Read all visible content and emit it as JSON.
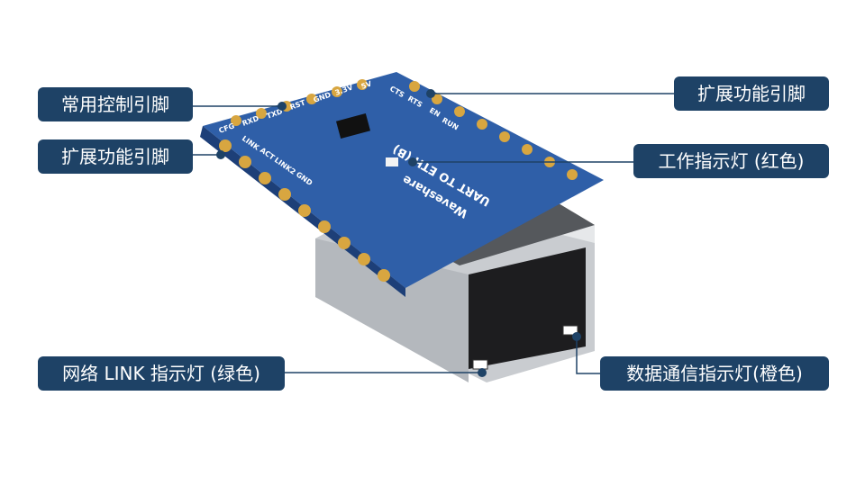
{
  "colors": {
    "label_bg": "#1e4266",
    "line": "#1e4266",
    "board": "#2f5fa8",
    "pad": "#d8a640",
    "metal": "#c9ccd0"
  },
  "labels": {
    "control_pins": "常用控制引脚",
    "ext_pins_left": "扩展功能引脚",
    "ext_pins_right": "扩展功能引脚",
    "work_led": "工作指示灯 (红色)",
    "link_led": "网络 LINK 指示灯 (绿色)",
    "data_led": "数据通信指示灯(橙色)"
  },
  "board_silkscreen": [
    "CFG",
    "RXD",
    "TXD",
    "RST",
    "GND",
    "3.3V",
    "5V",
    "CTS",
    "RTS",
    "EN",
    "RUN",
    "LINK",
    "ACT",
    "LINK2",
    "GND",
    "UART TO ETH (B)",
    "Waveshare"
  ]
}
